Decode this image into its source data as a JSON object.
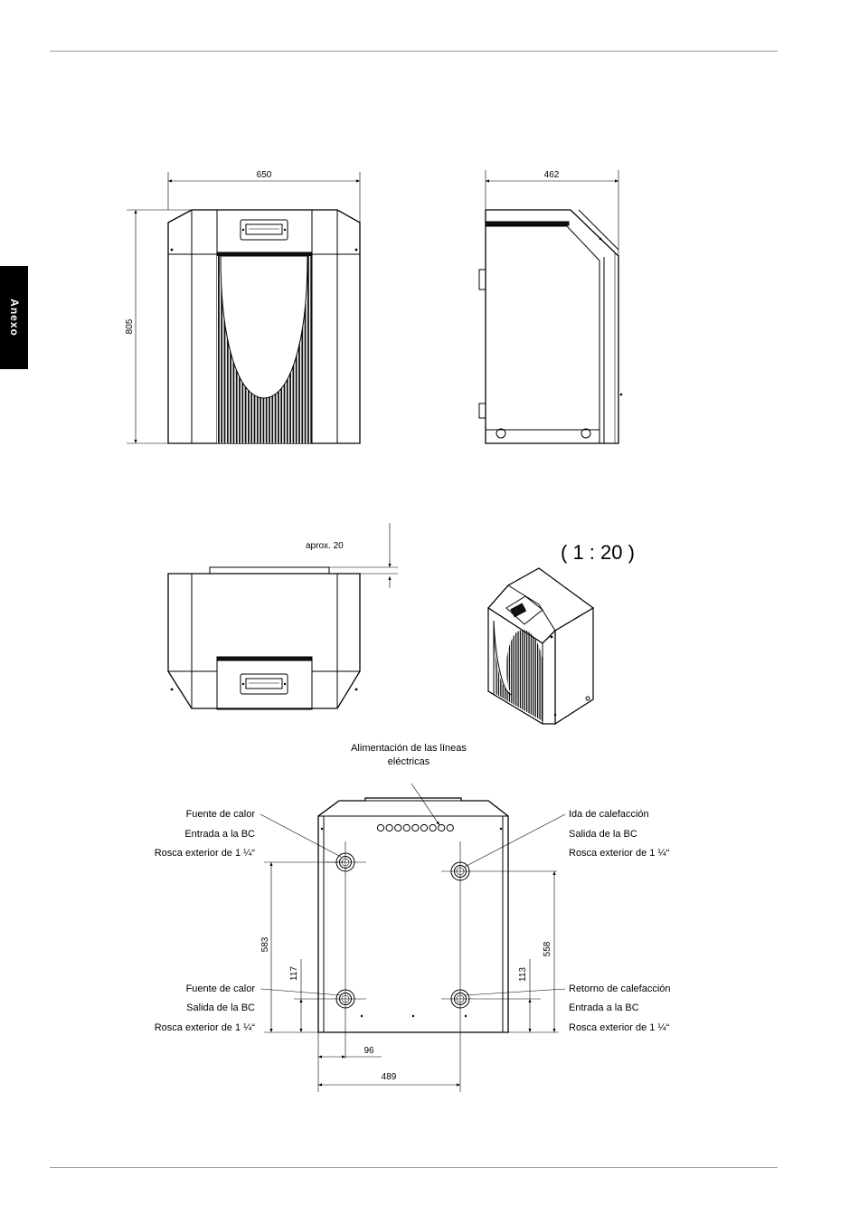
{
  "side_tab": {
    "label": "Anexo"
  },
  "scale": {
    "label": "( 1 : 20 )"
  },
  "front_view": {
    "width_dim": "650",
    "height_dim": "805"
  },
  "side_view": {
    "depth_dim": "462"
  },
  "top_view": {
    "offset_label": "aprox. 20"
  },
  "back_view": {
    "electric_label_line1": "Alimentación de las líneas",
    "electric_label_line2": "eléctricas",
    "top_left": [
      "Fuente de calor",
      "Entrada a la BC",
      "Rosca exterior de 1 ¼“"
    ],
    "top_right": [
      "Ida de calefacción",
      "Salida de la BC",
      "Rosca exterior de 1 ¼“"
    ],
    "bottom_left": [
      "Fuente de calor",
      "Salida de la BC",
      "Rosca exterior de 1 ¼“"
    ],
    "bottom_right": [
      "Retorno de calefacción",
      "Entrada a la BC",
      "Rosca exterior de 1 ¼“"
    ],
    "dim_583": "583",
    "dim_117": "117",
    "dim_558": "558",
    "dim_113": "113",
    "dim_96": "96",
    "dim_489": "489"
  }
}
